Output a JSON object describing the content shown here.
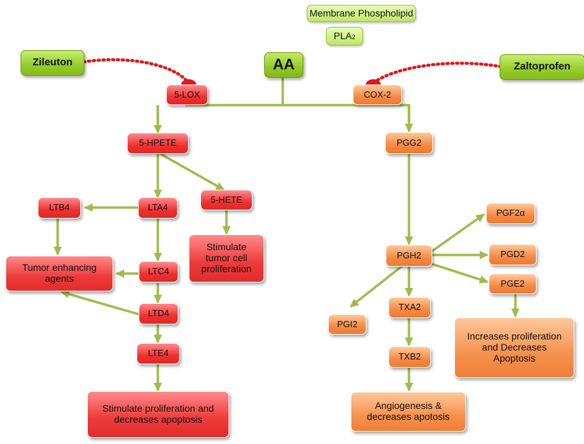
{
  "nodes": {
    "membrane_phospholipid": "Membrane Phospholipid",
    "pla2": "PLA",
    "pla2_sub": "2",
    "aa": "AA",
    "zileuton": "Zileuton",
    "zaltoprofen": "Zaltoprofen",
    "lox5": "5-LOX",
    "cox2": "COX-2",
    "hpete5": "5-HPETE",
    "hete5": "5-HETE",
    "lta4": "LTA4",
    "ltb4": "LTB4",
    "ltc4": "LTC4",
    "ltd4": "LTD4",
    "lte4": "LTE4",
    "tumor_enhancing": "Tumor enhancing agents",
    "stim_tumor_cell": "Stimulate tumor cell proliferation",
    "stim_prolif_apop": "Stimulate proliferation and decreases apoptosis",
    "pgg2": "PGG2",
    "pgh2": "PGH2",
    "pgf2a": "PGF2α",
    "pgd2": "PGD2",
    "pge2": "PGE2",
    "pgi2": "PGI2",
    "txa2": "TXA2",
    "txb2": "TXB2",
    "increases_prolif": "Increases proliferation and Decreases Apoptosis",
    "angiogenesis": "Angiogenesis & decreases apotosis"
  },
  "colors": {
    "arrow": "#9dbd4a",
    "inhibition": "#e0181c",
    "red_node": "#ec3434",
    "orange_node": "#f58a45",
    "green_node": "#cff083",
    "drug_node": "#96cc2a"
  }
}
